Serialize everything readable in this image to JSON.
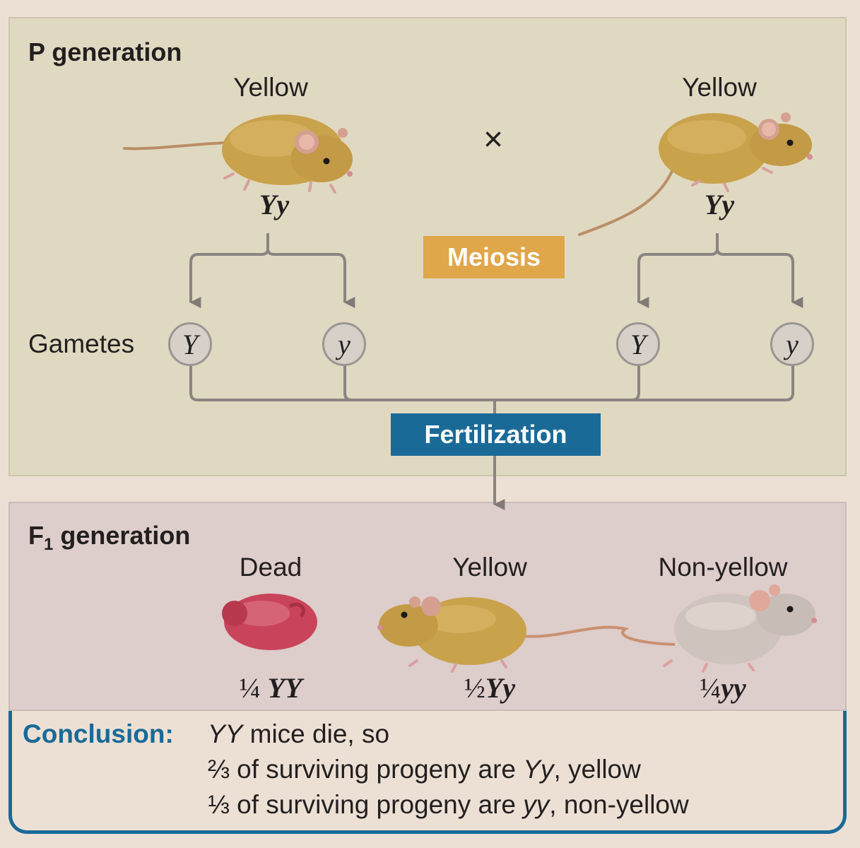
{
  "p_generation": {
    "title": "P generation",
    "left_parent": {
      "phenotype": "Yellow",
      "genotype": "Yy"
    },
    "cross_symbol": "×",
    "right_parent": {
      "phenotype": "Yellow",
      "genotype": "Yy"
    },
    "meiosis_label": "Meiosis",
    "gametes_label": "Gametes",
    "gametes": [
      "Y",
      "y",
      "Y",
      "y"
    ],
    "fertilization_label": "Fertilization"
  },
  "f1_generation": {
    "title_main": "F",
    "title_sub": "1",
    "title_rest": " generation",
    "offspring": [
      {
        "phenotype": "Dead",
        "fraction": "¼",
        "genotype": "YY"
      },
      {
        "phenotype": "Yellow",
        "fraction": "½",
        "genotype": "Yy"
      },
      {
        "phenotype": "Non-yellow",
        "fraction": "¼",
        "genotype": "yy"
      }
    ]
  },
  "conclusion": {
    "heading": "Conclusion:",
    "line1_geno": "YY",
    "line1_rest": " mice die, so",
    "line2_pre": "⅔ of surviving progeny are ",
    "line2_geno": "Yy",
    "line2_post": ", yellow",
    "line3_pre": "⅓ of surviving progeny are ",
    "line3_geno": "yy",
    "line3_post": ", non-yellow"
  },
  "colors": {
    "p_panel": "#e0d9c1",
    "f1_panel": "#ddcdcb",
    "meiosis": "#dfa64a",
    "fertilization": "#1a6a97",
    "yellow_mouse": "#c9a24c",
    "grey_mouse": "#cfc4bd",
    "pup": "#c9445b"
  }
}
